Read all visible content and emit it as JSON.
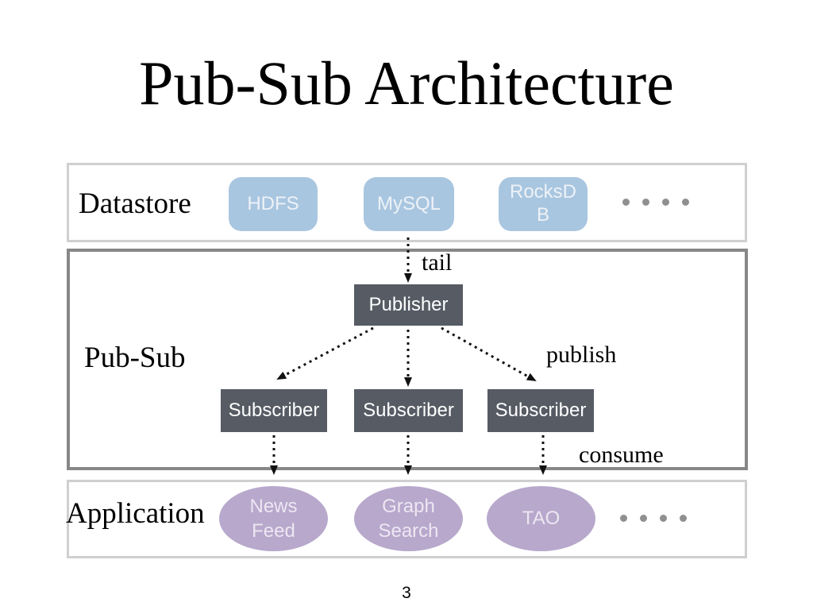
{
  "title": "Pub-Sub Architecture",
  "page_number": "3",
  "colors": {
    "datastore_box": "#a9c6e0",
    "datastore_text": "#edf2f7",
    "pubsub_box": "#565b64",
    "pubsub_text": "#ffffff",
    "app_ellipse": "#b7a8cc",
    "app_text": "#ece7f2",
    "band_border_light": "#cfcfd1",
    "band_border_dark": "#87878a",
    "dots": "#8f8f8f",
    "arrow": "#111111"
  },
  "bands": {
    "datastore": {
      "label": "Datastore",
      "nodes": [
        "HDFS",
        "MySQL",
        "RocksDB"
      ],
      "ellipsis_dots": 4
    },
    "pubsub": {
      "label": "Pub-Sub",
      "publisher": "Publisher",
      "subscribers": [
        "Subscriber",
        "Subscriber",
        "Subscriber"
      ]
    },
    "application": {
      "label": "Application",
      "nodes": [
        "News Feed",
        "Graph Search",
        "TAO"
      ],
      "ellipsis_dots": 4
    }
  },
  "edge_labels": {
    "tail": "tail",
    "publish": "publish",
    "consume": "consume"
  }
}
